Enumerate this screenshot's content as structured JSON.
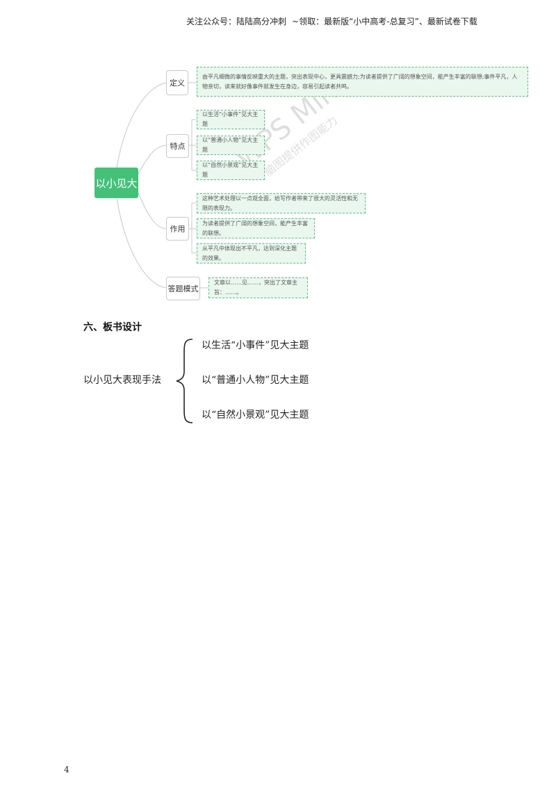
{
  "header": {
    "left": "关注公众号：陆陆高分冲刺",
    "right": "~领取：最新版“小中高考-总复习”、最新试卷下载"
  },
  "mindmap": {
    "root": "以小见大",
    "watermark_line1": "WPS Mind",
    "watermark_line2": "脑图提供作图能力",
    "branches": [
      {
        "label": "定义",
        "leaves": [
          "由平凡细微的事情反映重大的主题，突出表现中心，更具震撼力;为读者提供了广阔的想象空间，能产生丰富的联想;事件平凡，人物亲切，读来就好像事件就发生在身边，容易引起读者共鸣。"
        ]
      },
      {
        "label": "特点",
        "leaves": [
          "以生活“小事件”见大主题",
          "以“普通小人物”见大主题",
          "以“自然小景观”见大主题"
        ]
      },
      {
        "label": "作用",
        "leaves": [
          "这种艺术处理以一点观全面，给写作者带来了很大的灵活性和无限的表现力。",
          "为读者提供了广阔的想象空间，能产生丰富的联想。",
          "从平凡中体现出不平凡，达到深化主题的效果。"
        ]
      },
      {
        "label": "答题模式",
        "leaves": [
          "文章以……见……，突出了文章主旨：……。"
        ]
      }
    ]
  },
  "section": {
    "title": "六、板书设计"
  },
  "board": {
    "label": "以小见大表现手法",
    "items": [
      "以生活“小事件”见大主题",
      "以“普通小人物”见大主题",
      "以“自然小景观”见大主题"
    ]
  },
  "page_number": "4"
}
